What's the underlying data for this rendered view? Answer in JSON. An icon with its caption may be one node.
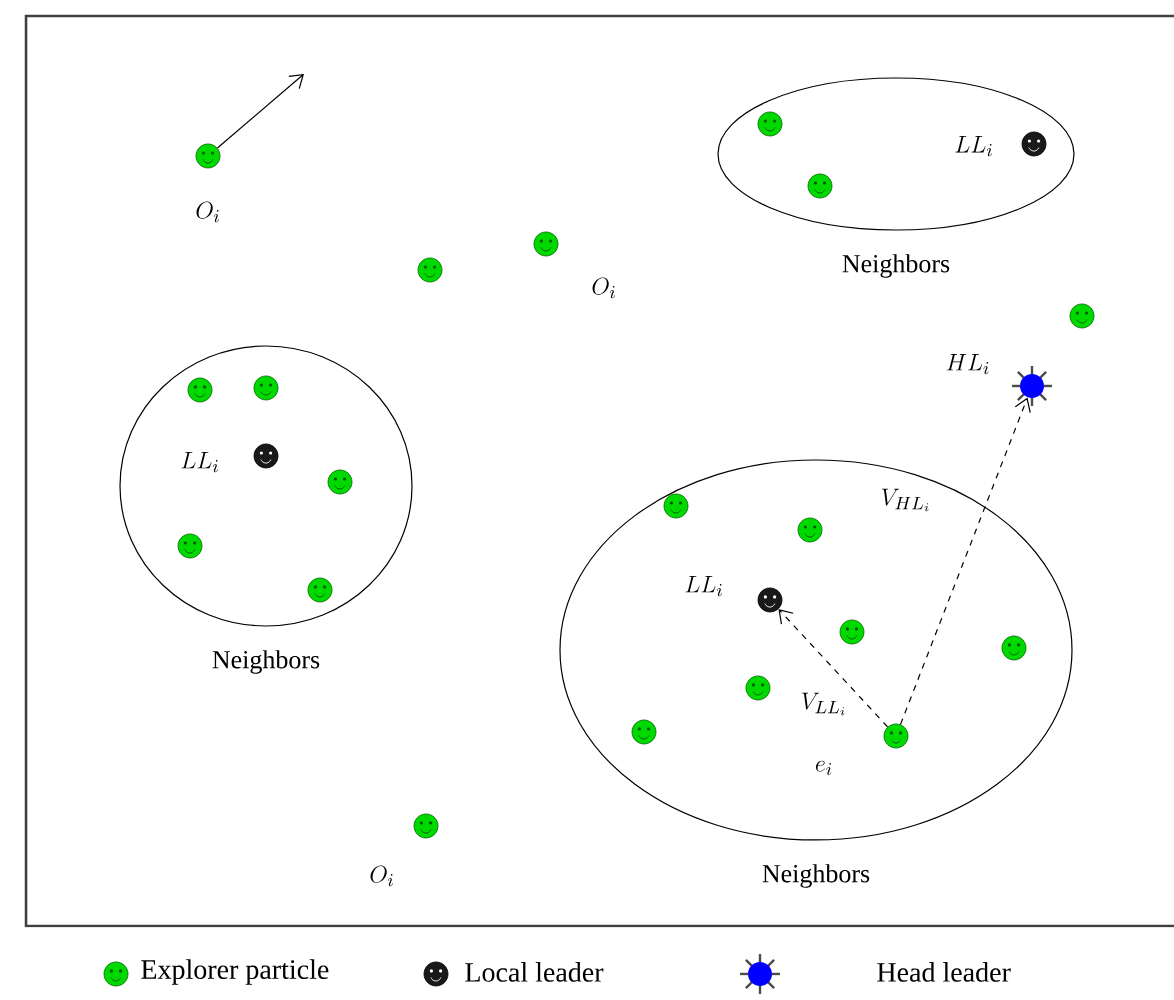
{
  "diagram": {
    "nodes": [
      {
        "text": [
          "Neighbors"
        ]
      },
      {
        "text": [],
        "shape": "circle",
        "in": 0
      },
      {
        "text": [],
        "shape": "circle",
        "in": 0
      },
      {
        "text": [],
        "shape": "circle",
        "in": 0,
        "beside": [
          "LL_i"
        ]
      },
      {
        "text": [],
        "shape": "circle",
        "beside": [
          "O_i"
        ]
      },
      {
        "text": [],
        "shape": "circle"
      },
      {
        "text": [],
        "shape": "circle",
        "beside": [
          "O_i"
        ]
      },
      {
        "text": [],
        "shape": "circle"
      },
      {
        "text": [],
        "shape": "star",
        "beside": [
          "HL_i"
        ]
      },
      {
        "text": [
          "Neighbors"
        ]
      },
      {
        "text": [],
        "shape": "circle",
        "in": 9
      },
      {
        "text": [],
        "shape": "circle",
        "in": 9
      },
      {
        "text": [],
        "shape": "circle",
        "in": 9,
        "beside": [
          "LL_i"
        ]
      },
      {
        "text": [],
        "shape": "circle",
        "in": 9
      },
      {
        "text": [],
        "shape": "circle",
        "in": 9
      },
      {
        "text": [],
        "shape": "circle",
        "in": 9
      },
      {
        "text": [
          "Neighbors"
        ]
      },
      {
        "text": [],
        "shape": "circle",
        "in": 16
      },
      {
        "text": [],
        "shape": "circle",
        "in": 16
      },
      {
        "text": [],
        "shape": "circle",
        "in": 16,
        "beside": [
          "LL_i"
        ]
      },
      {
        "text": [],
        "shape": "circle",
        "in": 16
      },
      {
        "text": [],
        "shape": "circle",
        "in": 16
      },
      {
        "text": [],
        "shape": "circle",
        "in": 16
      },
      {
        "text": [],
        "shape": "circle",
        "in": 16
      },
      {
        "text": [],
        "shape": "circle",
        "in": 16,
        "beside": [
          "e_i"
        ]
      },
      {
        "text": [],
        "shape": "circle",
        "beside": [
          "O_i"
        ]
      }
    ],
    "edges": [
      {
        "from": 4,
        "to": null,
        "arrow": "to"
      },
      {
        "from": 24,
        "to": 19,
        "arrow": "to",
        "style": "dashed",
        "label": "V_{LL_i}"
      },
      {
        "from": 24,
        "to": 8,
        "arrow": "to",
        "style": "dashed",
        "label": "V_{HL_i}"
      }
    ],
    "legend": [
      {
        "text": "Explorer particle"
      },
      {
        "text": "Local leader"
      },
      {
        "text": "Head leader"
      }
    ]
  }
}
